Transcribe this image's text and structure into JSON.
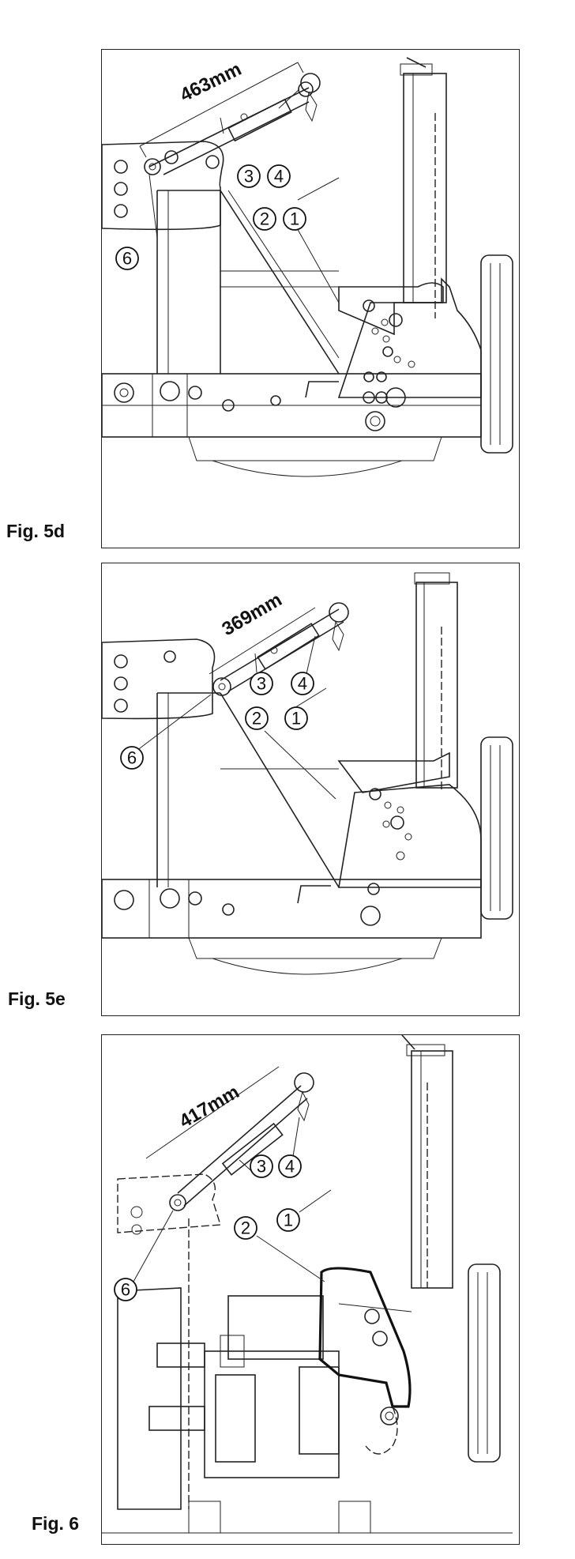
{
  "figures": [
    {
      "label": "Fig. 5d",
      "dimension": "463mm",
      "callouts": [
        "1",
        "2",
        "3",
        "4",
        "6"
      ]
    },
    {
      "label": "Fig. 5e",
      "dimension": "369mm",
      "callouts": [
        "1",
        "2",
        "3",
        "4",
        "6"
      ]
    },
    {
      "label": "Fig. 6",
      "dimension": "417mm",
      "callouts": [
        "1",
        "2",
        "3",
        "4",
        "6"
      ]
    }
  ],
  "colors": {
    "line": "#222222",
    "background": "#ffffff"
  }
}
